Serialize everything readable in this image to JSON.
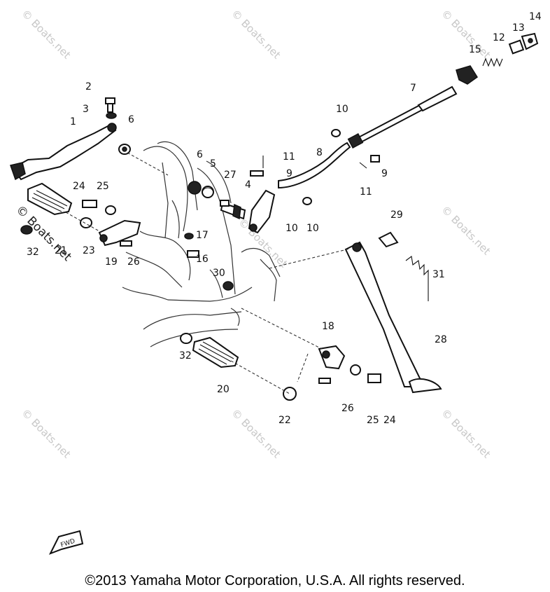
{
  "diagram": {
    "watermark_text": "Boats.net",
    "watermark_symbol": "©",
    "fwd_label": "FWD",
    "callouts": [
      "1",
      "2",
      "3",
      "4",
      "5",
      "6",
      "6",
      "7",
      "8",
      "9",
      "9",
      "10",
      "10",
      "10",
      "11",
      "11",
      "12",
      "13",
      "14",
      "15",
      "16",
      "17",
      "18",
      "19",
      "20",
      "21",
      "22",
      "23",
      "24",
      "24",
      "25",
      "25",
      "26",
      "26",
      "27",
      "28",
      "29",
      "30",
      "31",
      "32",
      "32"
    ]
  },
  "footer": {
    "copyright": "©2013 Yamaha Motor Corporation, U.S.A. All rights reserved."
  }
}
